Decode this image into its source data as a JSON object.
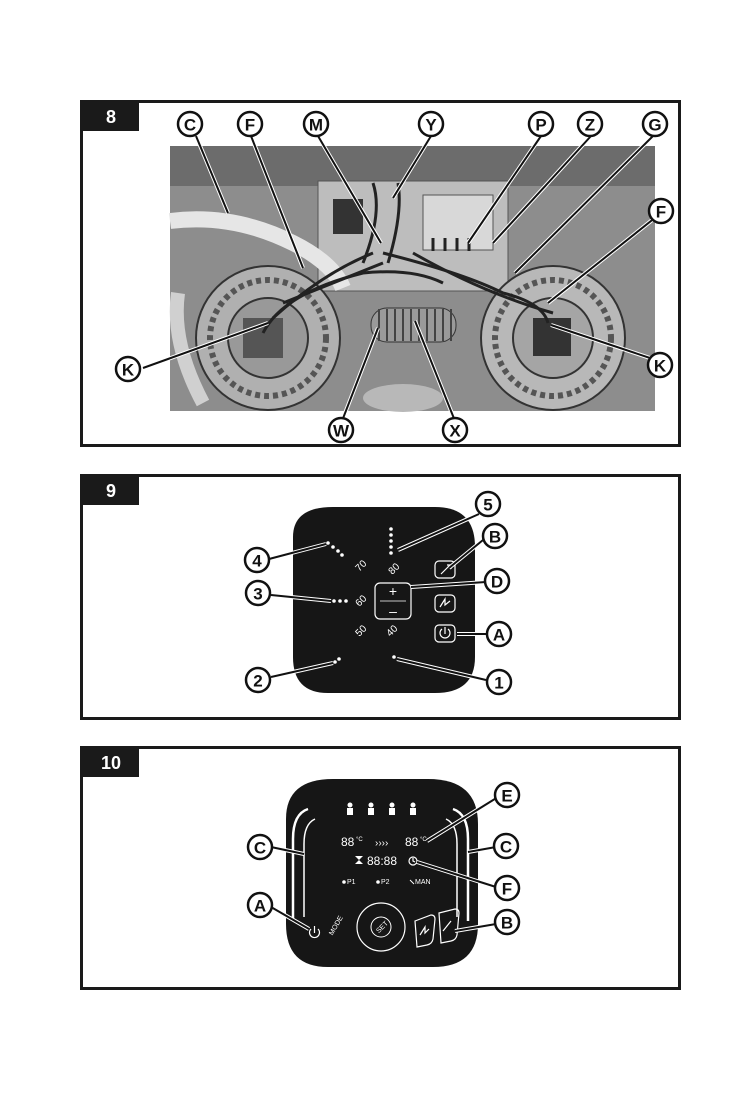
{
  "figures": [
    {
      "number": "8",
      "callouts": [
        "C",
        "F",
        "M",
        "Y",
        "P",
        "Z",
        "G",
        "F",
        "K",
        "K",
        "W",
        "X"
      ]
    },
    {
      "number": "9",
      "callouts": [
        "5",
        "B",
        "4",
        "D",
        "3",
        "A",
        "2",
        "1"
      ],
      "temps": [
        "70",
        "60",
        "80",
        "50",
        "40"
      ],
      "keys": {
        "plus": "+",
        "minus": "–"
      }
    },
    {
      "number": "10",
      "callouts": [
        "E",
        "C",
        "C",
        "F",
        "A",
        "B"
      ],
      "display": {
        "temp_left": "88",
        "temp_right": "88",
        "unit": "°C",
        "arrows": "››››",
        "clock": "88:88",
        "modes": [
          "P1",
          "P2",
          "MAN"
        ],
        "mode_label": "MODE",
        "set_label": "SET"
      }
    }
  ],
  "colors": {
    "frame": "#1a1a1a",
    "panel": "#161616",
    "photo": "#8a8a8a"
  }
}
